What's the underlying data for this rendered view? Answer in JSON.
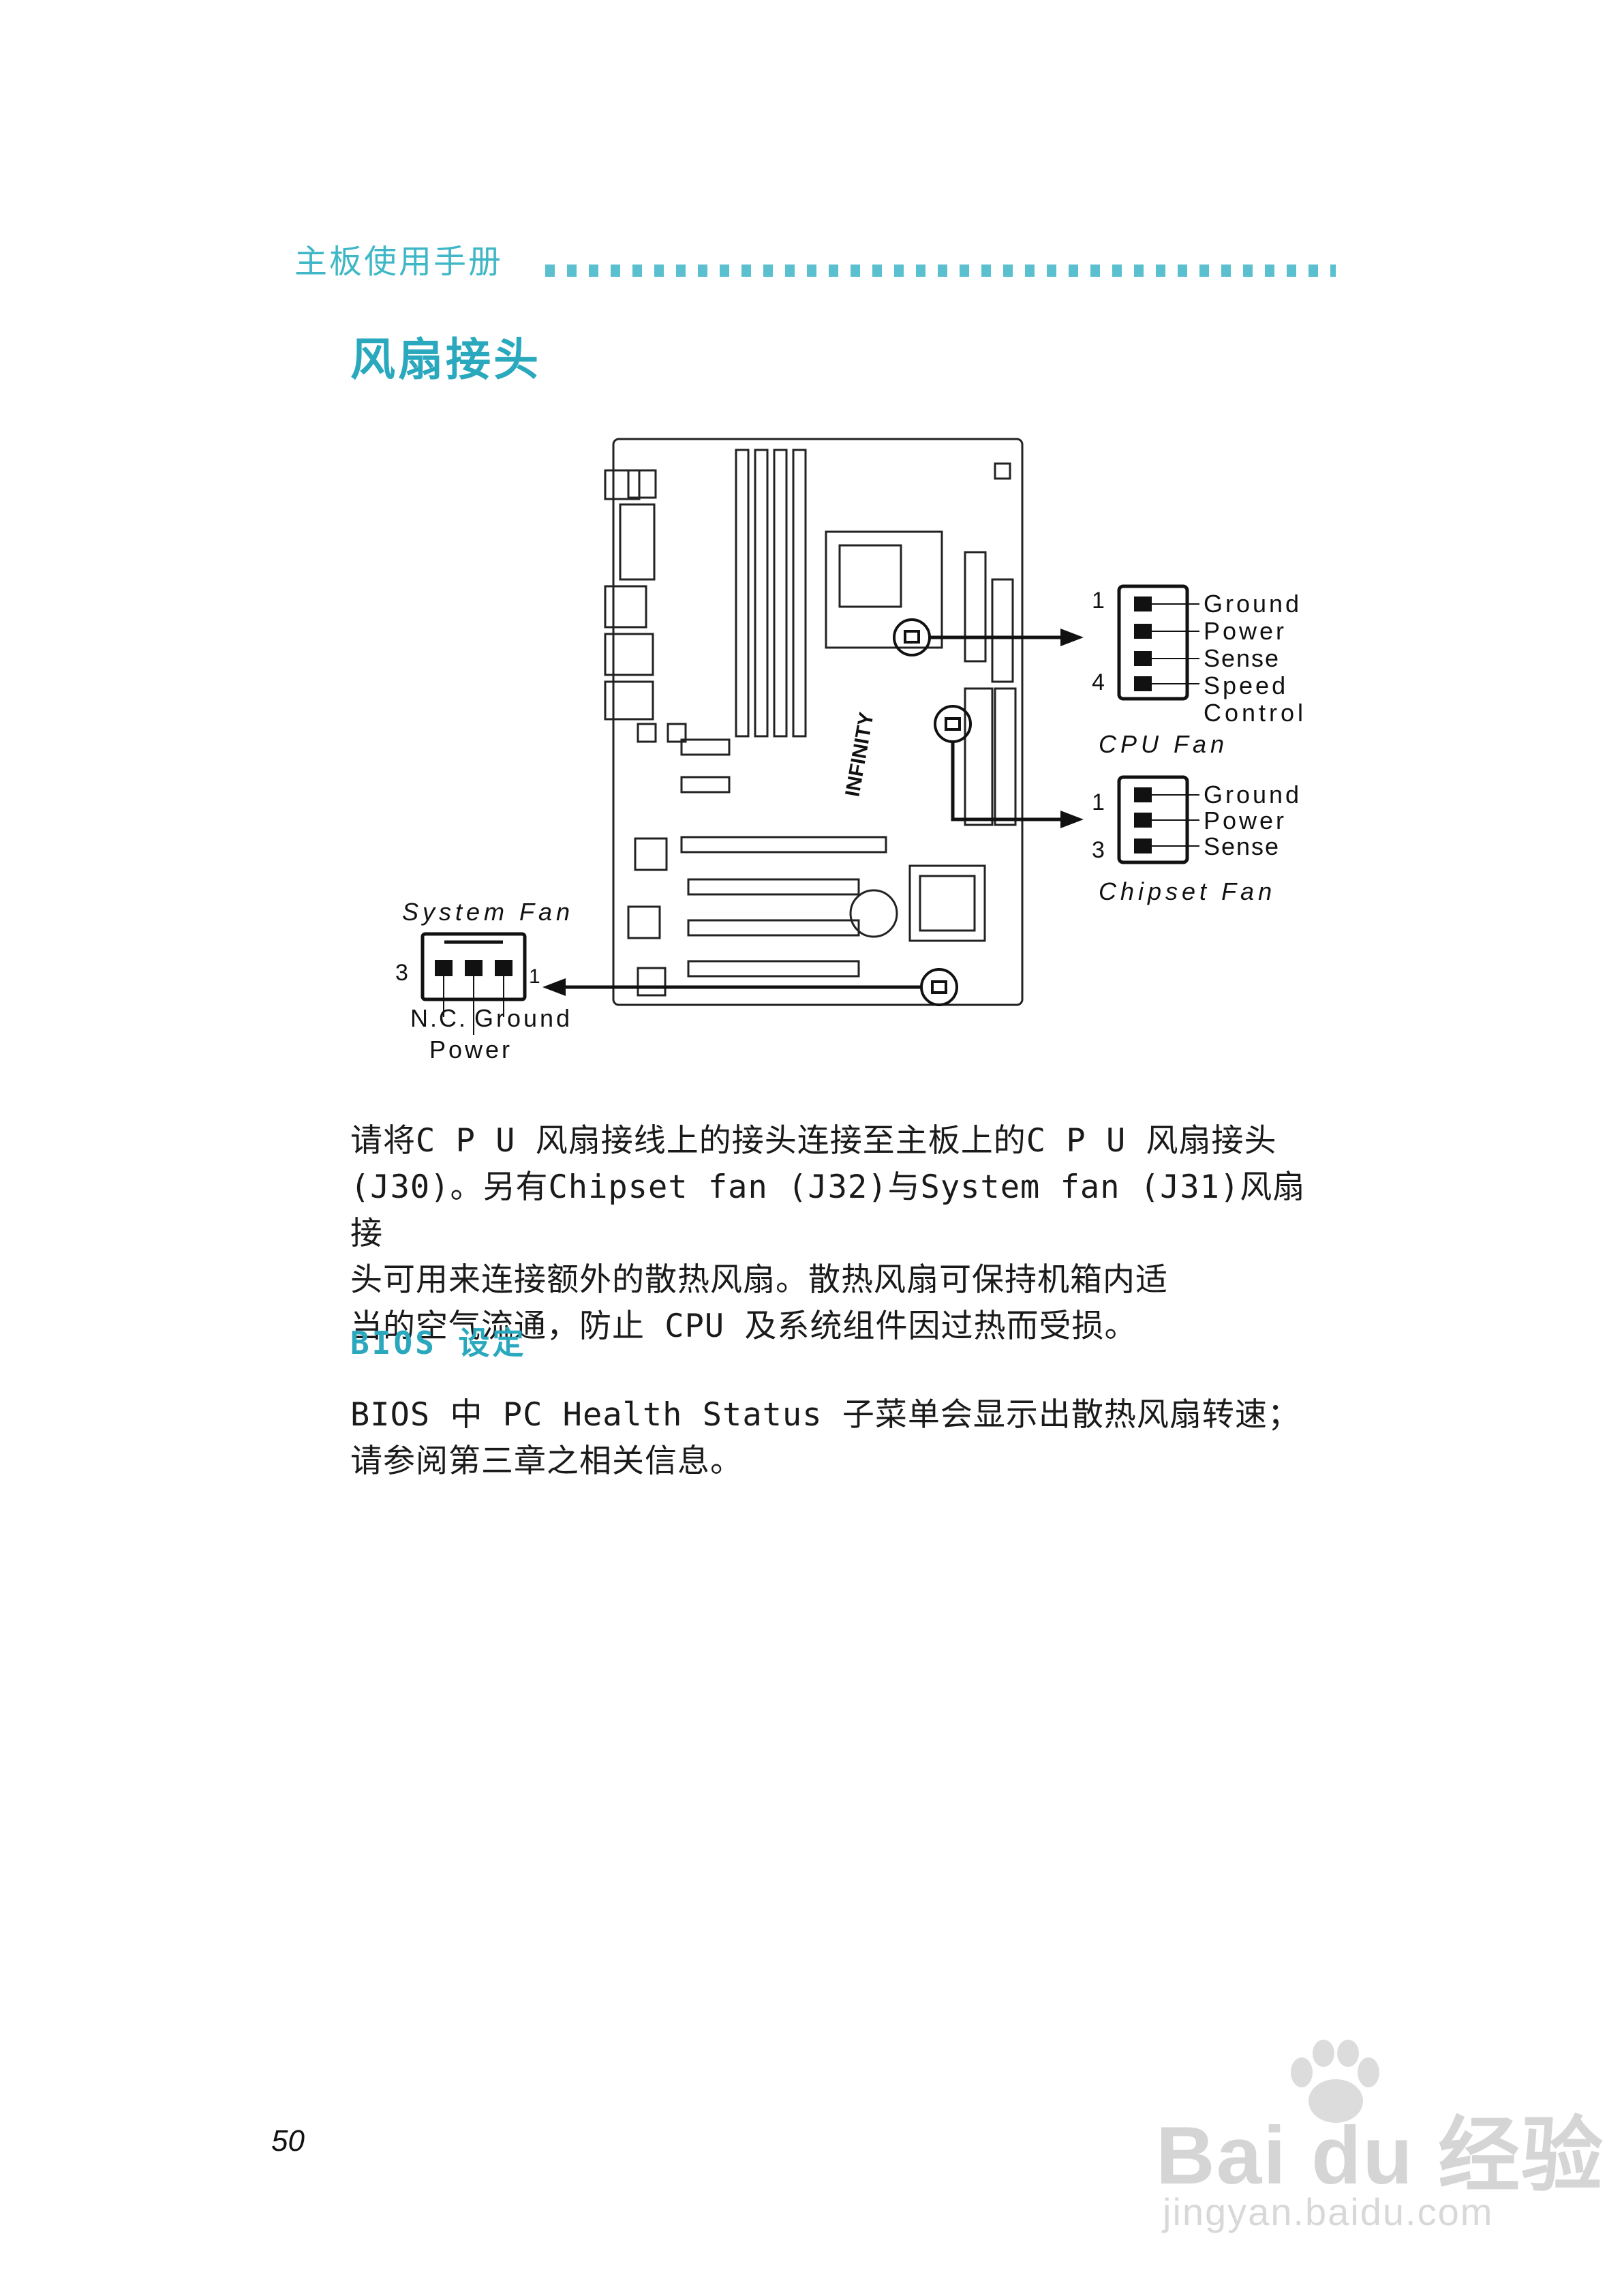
{
  "header": {
    "manual_title": "主板使用手册"
  },
  "section": {
    "title": "风扇接头"
  },
  "figure": {
    "cpu_fan": {
      "caption": "CPU Fan",
      "pin_first": "1",
      "pin_last": "4",
      "pins": [
        "Ground",
        "Power",
        "Sense",
        "Speed",
        "Control"
      ]
    },
    "chipset_fan": {
      "caption": "Chipset Fan",
      "pin_first": "1",
      "pin_last": "3",
      "pins": [
        "Ground",
        "Power",
        "Sense"
      ]
    },
    "system_fan": {
      "caption": "System Fan",
      "pin_first": "3",
      "pin_last": "1",
      "pins": [
        "N.C.",
        "Ground",
        "Power"
      ]
    }
  },
  "paragraphs": {
    "p1": [
      "请将C P U 风扇接线上的接头连接至主板上的C P U 风扇接头",
      "(J30)。另有Chipset fan (J32)与System fan (J31)风扇接",
      "头可用来连接额外的散热风扇。散热风扇可保持机箱内适",
      "当的空气流通，防止 CPU 及系统组件因过热而受损。"
    ],
    "bios_heading": "BIOS 设定",
    "p2": [
      "BIOS 中 PC Health Status 子菜单会显示出散热风扇转速；",
      "请参阅第三章之相关信息。"
    ]
  },
  "footer": {
    "page_number": "50"
  },
  "watermark": {
    "brand": "Bai du 经验",
    "url": "jingyan.baidu.com"
  }
}
